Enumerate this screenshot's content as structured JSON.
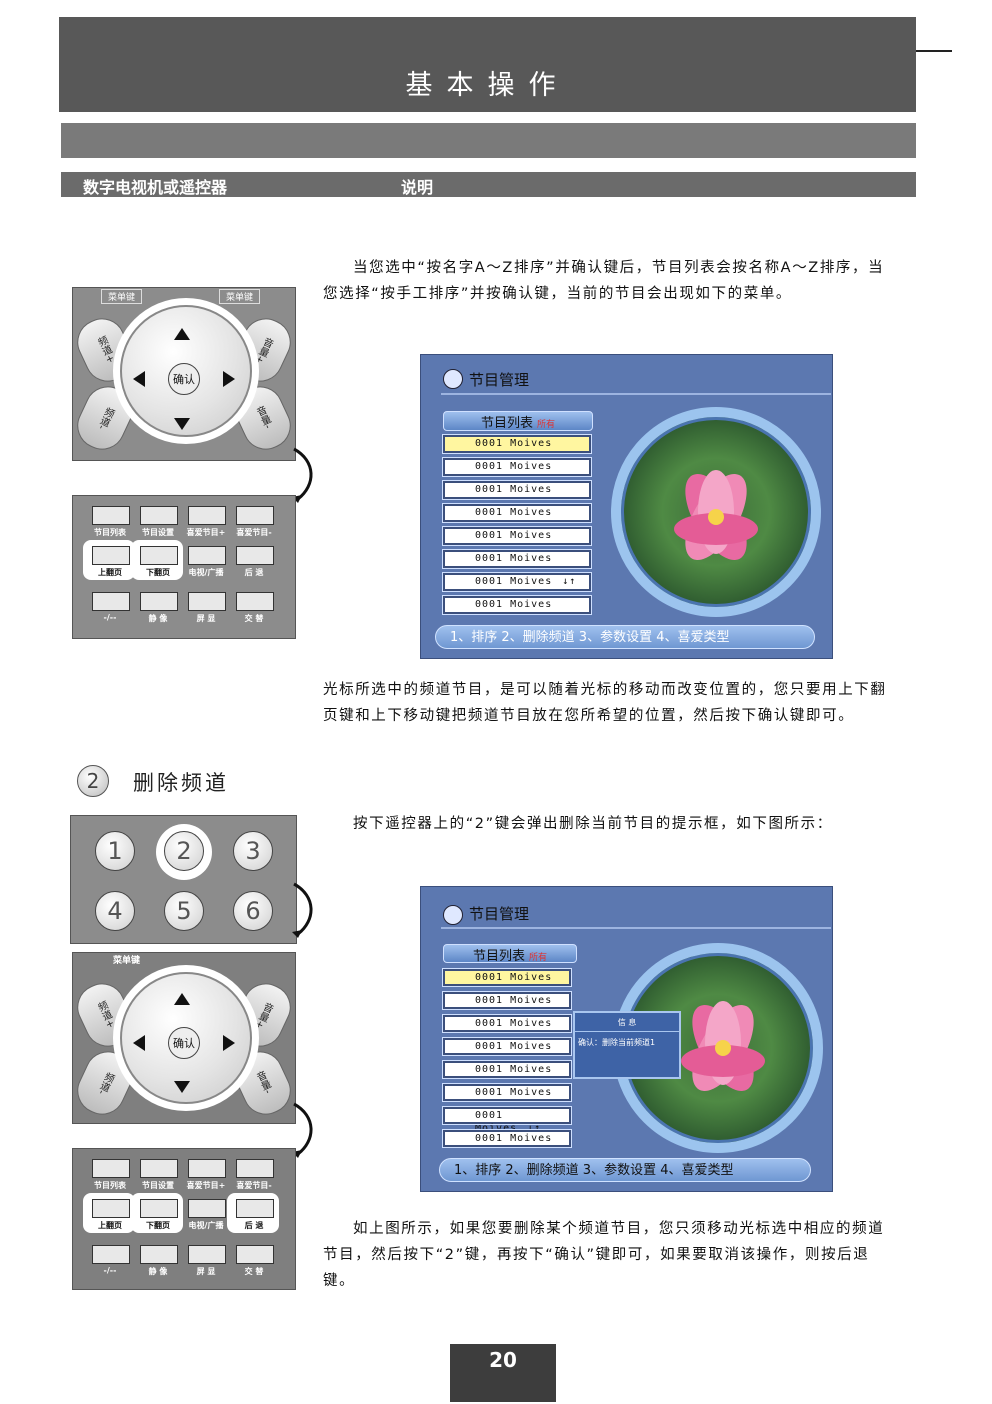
{
  "header": {
    "title": "基本操作"
  },
  "columns": {
    "left": "数字电视机或遥控器",
    "right": "说明"
  },
  "intro_paragraph": "当您选中“按名字A～Z排序”并确认键后，节目列表会按名称A～Z排序，当您选择“按手工排序”并按确认键，当前的节目会出现如下的菜单。",
  "mid_paragraph": "光标所选中的频道节目，是可以随着光标的移动而改变位置的，您只要用上下翻页键和上下移动键把频道节目放在您所希望的位置，然后按下确认键即可。",
  "section2": {
    "number": "2",
    "title": "删除频道"
  },
  "press_paragraph": "按下遥控器上的“2”键会弹出删除当前节目的提示框，如下图所示：",
  "end_paragraph": "如上图所示，如果您要删除某个频道节目，您只须移动光标选中相应的频道节目，然后按下“2”键，再按下“确认”键即可，如果要取消该操作，则按后退键。",
  "remote": {
    "menu_key": "菜单键",
    "ok": "确认",
    "ch_up": "频道+",
    "ch_down": "频道-",
    "vol_up": "音量+",
    "vol_down": "音量-",
    "keys_row1": [
      "节目列表",
      "节目设置",
      "喜爱节目+",
      "喜爱节目-"
    ],
    "keys_row2": [
      "上翻页",
      "下翻页",
      "电视/广播",
      "后 退"
    ],
    "keys_row3": [
      "-/--",
      "静 像",
      "屏 显",
      "交 替"
    ],
    "numbers": [
      "1",
      "2",
      "3",
      "4",
      "5",
      "6"
    ]
  },
  "tv": {
    "title": "节目管理",
    "list_title": "节目列表",
    "list_tag": "所有",
    "rows": [
      "0001  Moives",
      "0001  Moives",
      "0001  Moives",
      "0001  Moives",
      "0001  Moives",
      "0001  Moives",
      "0001  Moives",
      "0001  Moives"
    ],
    "move_mark": "↓↑",
    "footer": "1、排序  2、删除频道  3、参数设置  4、喜爱类型",
    "info_title": "信 息",
    "info_text": "确认：删除当前频道1"
  },
  "page_number": "20",
  "colors": {
    "header": "#585858",
    "tv_bg": "#5c78b0",
    "selected_row": "#fff6a0"
  }
}
